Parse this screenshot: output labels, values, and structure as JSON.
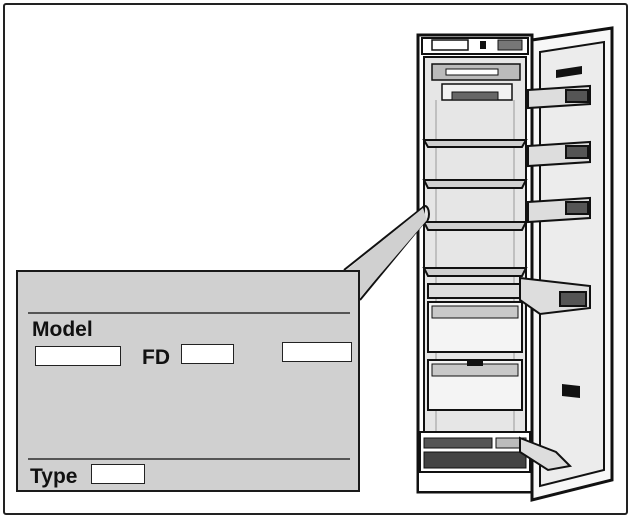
{
  "rating_plate": {
    "model_label": "Model",
    "fd_label": "FD",
    "type_label": "Type"
  }
}
